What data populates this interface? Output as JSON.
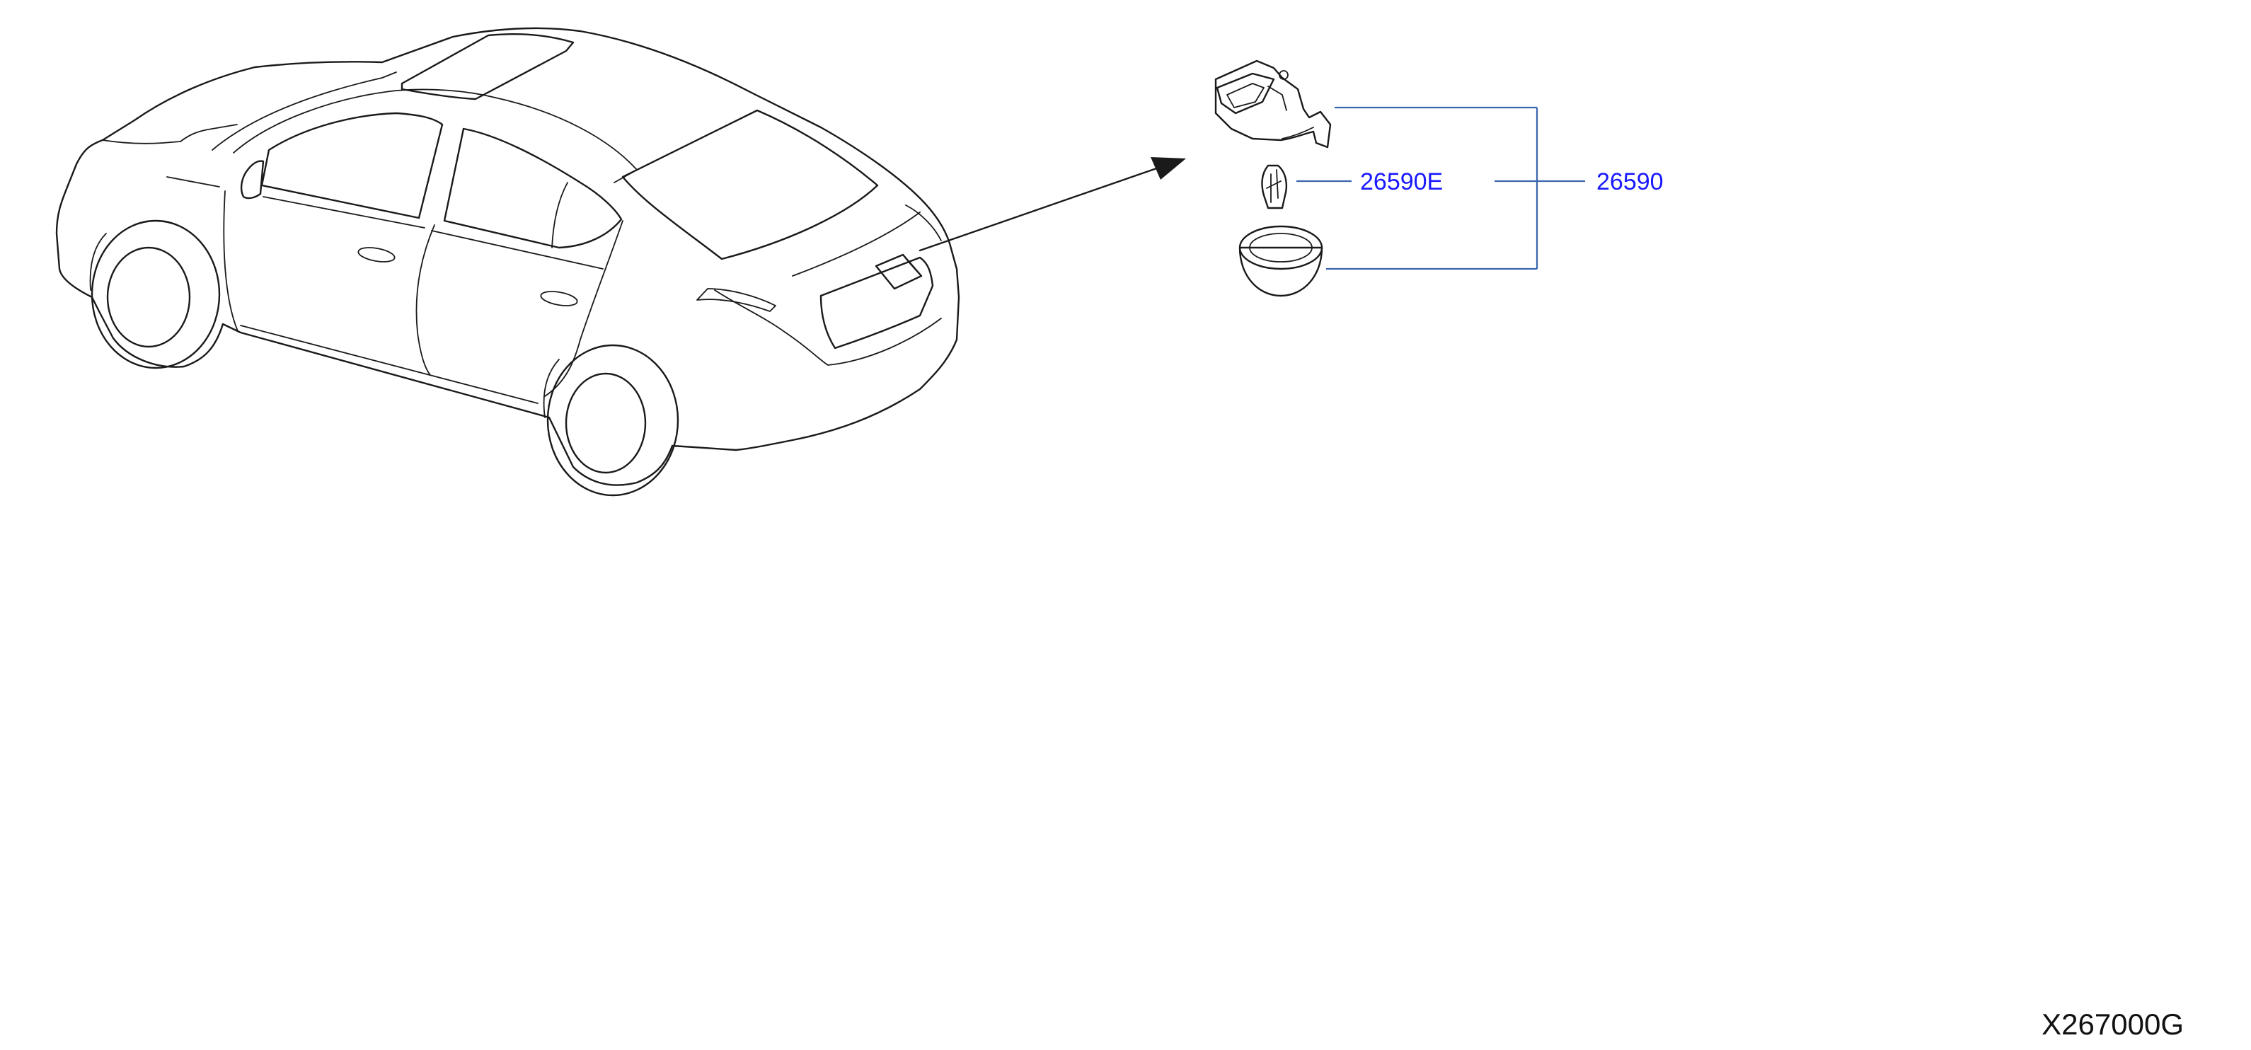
{
  "colors": {
    "line_art": "#1a1a1a",
    "leader_line": "#3a66b0",
    "part_number": "#1a1aff",
    "diagram_code": "#111111"
  },
  "parts": {
    "bulb": {
      "number": "26590E"
    },
    "assembly": {
      "number": "26590"
    }
  },
  "diagram_code": "X267000G"
}
